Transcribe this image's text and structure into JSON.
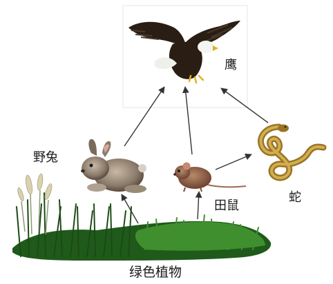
{
  "nodes": {
    "eagle": "鹰",
    "rabbit": "野兔",
    "mouse": "田鼠",
    "snake": "蛇",
    "plants": "绿色植物"
  },
  "edges": [
    {
      "from": "plants",
      "to": "rabbit"
    },
    {
      "from": "plants",
      "to": "mouse"
    },
    {
      "from": "rabbit",
      "to": "eagle"
    },
    {
      "from": "mouse",
      "to": "eagle"
    },
    {
      "from": "mouse",
      "to": "snake"
    },
    {
      "from": "snake",
      "to": "eagle"
    }
  ],
  "colors": {
    "arrow": "#333333",
    "grass_dark": "#1f5a1a",
    "grass_light": "#3f8f2f",
    "eagle_body": "#2a1e14",
    "eagle_head": "#f4f4f0",
    "beak": "#e0b020",
    "rabbit": "#8a7a6a",
    "mouse": "#8a5a40",
    "snake": "#b08a30"
  }
}
